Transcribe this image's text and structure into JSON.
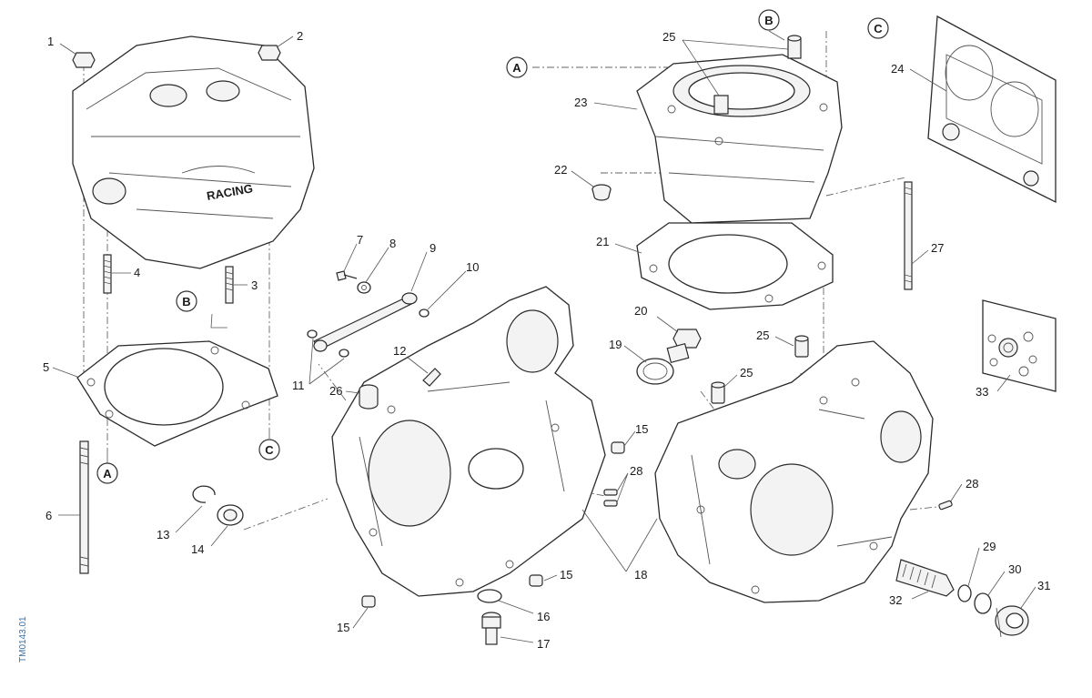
{
  "document_id": "TM0143.01",
  "reference_letters": [
    "A",
    "B",
    "C"
  ],
  "part_numbers": [
    "1",
    "2",
    "3",
    "4",
    "5",
    "6",
    "7",
    "8",
    "9",
    "10",
    "11",
    "12",
    "13",
    "14",
    "15",
    "16",
    "17",
    "18",
    "19",
    "20",
    "21",
    "22",
    "23",
    "24",
    "25",
    "26",
    "27",
    "28",
    "29",
    "30",
    "31",
    "32",
    "33"
  ],
  "cylinder_head_logo": "RACING"
}
